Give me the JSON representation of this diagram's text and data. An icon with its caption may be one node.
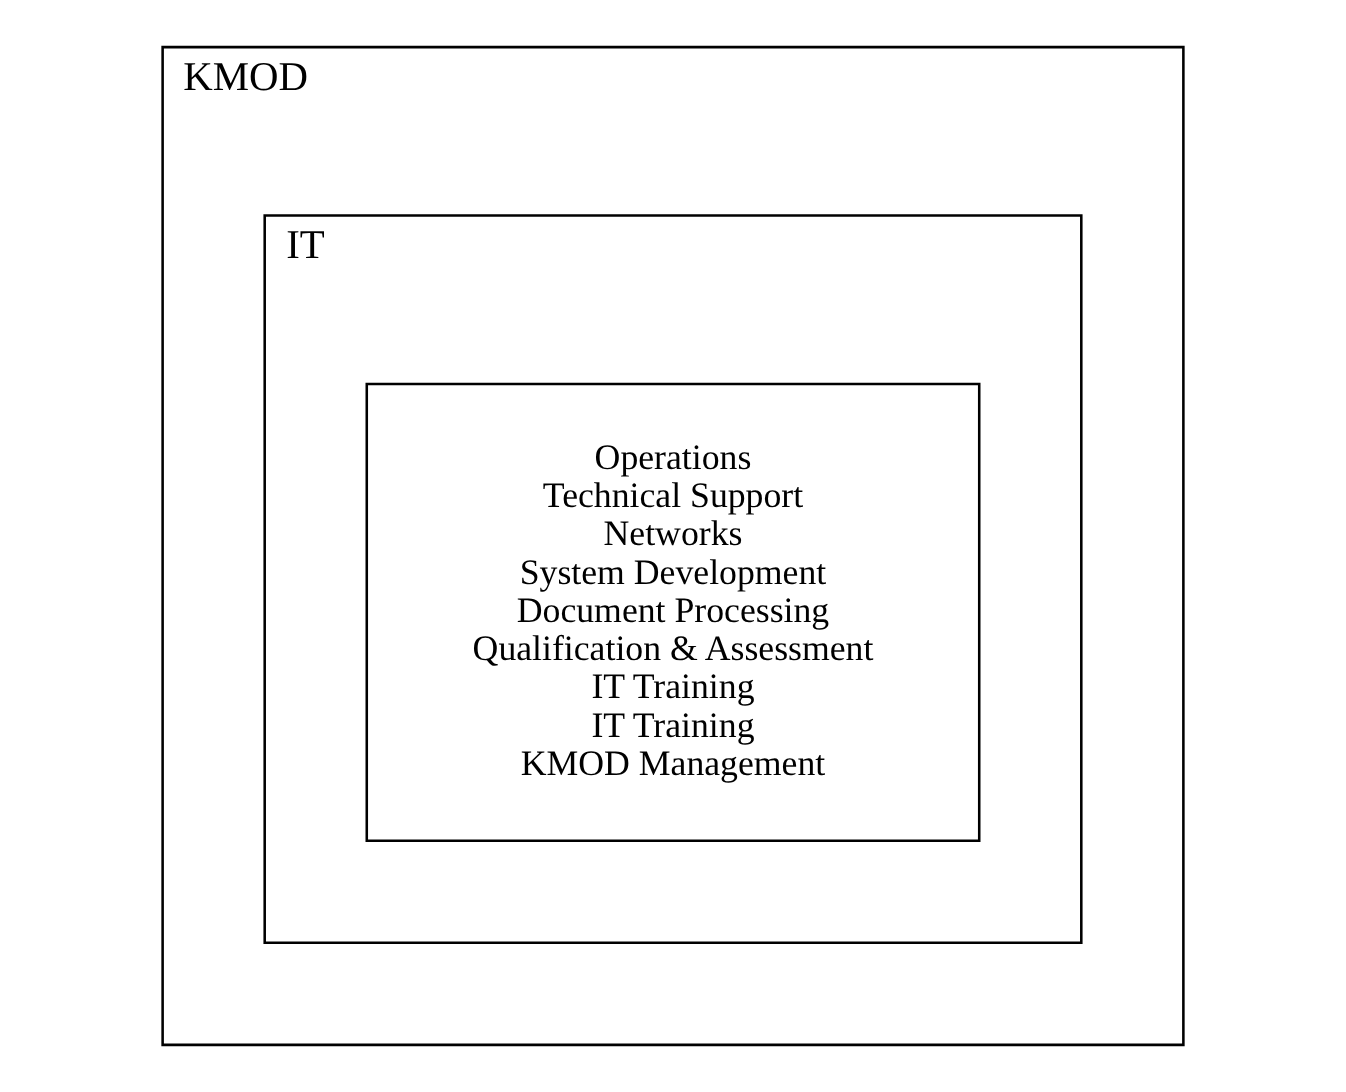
{
  "diagram": {
    "nodes": [
      {
        "text": [
          "KMOD"
        ]
      },
      {
        "text": [
          "IT"
        ],
        "in": 0
      },
      {
        "text": [
          "Operations",
          "Technical Support",
          "Networks",
          "System Development",
          "Document Processing",
          "Qualification & Assessment",
          "IT Training",
          "IT Training",
          "KMOD Management"
        ],
        "in": 1
      }
    ]
  }
}
